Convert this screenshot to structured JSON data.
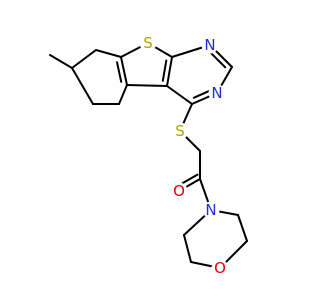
{
  "molecule": {
    "atoms": [
      {
        "id": "methyl",
        "element": "C"
      },
      {
        "id": "c7",
        "element": "C"
      },
      {
        "id": "c8",
        "element": "C"
      },
      {
        "id": "c8a",
        "element": "C"
      },
      {
        "id": "s_thio",
        "element": "S",
        "label": "S"
      },
      {
        "id": "c9a",
        "element": "C"
      },
      {
        "id": "n1",
        "element": "N",
        "label": "N"
      },
      {
        "id": "c2",
        "element": "C"
      },
      {
        "id": "n3",
        "element": "N",
        "label": "N"
      },
      {
        "id": "c4",
        "element": "C"
      },
      {
        "id": "c4a",
        "element": "C"
      },
      {
        "id": "c4b",
        "element": "C"
      },
      {
        "id": "c5",
        "element": "C"
      },
      {
        "id": "c6",
        "element": "C"
      },
      {
        "id": "s_link",
        "element": "S",
        "label": "S"
      },
      {
        "id": "ch2",
        "element": "C"
      },
      {
        "id": "co",
        "element": "C"
      },
      {
        "id": "o_keto",
        "element": "O",
        "label": "O"
      },
      {
        "id": "n_morph",
        "element": "N",
        "label": "N"
      },
      {
        "id": "m1",
        "element": "C"
      },
      {
        "id": "m2",
        "element": "C"
      },
      {
        "id": "o_morph",
        "element": "O",
        "label": "O"
      },
      {
        "id": "m3",
        "element": "C"
      },
      {
        "id": "m4",
        "element": "C"
      }
    ],
    "bonds": [
      {
        "from": "methyl",
        "to": "c7",
        "order": 1
      },
      {
        "from": "c7",
        "to": "c8",
        "order": 1
      },
      {
        "from": "c8",
        "to": "c8a",
        "order": 1
      },
      {
        "from": "c8a",
        "to": "c4b",
        "order": 2
      },
      {
        "from": "c4b",
        "to": "c5",
        "order": 1
      },
      {
        "from": "c5",
        "to": "c6",
        "order": 1
      },
      {
        "from": "c6",
        "to": "c7",
        "order": 1
      },
      {
        "from": "c8a",
        "to": "s_thio",
        "order": 1
      },
      {
        "from": "s_thio",
        "to": "c9a",
        "order": 1
      },
      {
        "from": "c9a",
        "to": "c4a",
        "order": 2
      },
      {
        "from": "c4a",
        "to": "c4b",
        "order": 1
      },
      {
        "from": "c9a",
        "to": "n1",
        "order": 1
      },
      {
        "from": "n1",
        "to": "c2",
        "order": 2
      },
      {
        "from": "c2",
        "to": "n3",
        "order": 1
      },
      {
        "from": "n3",
        "to": "c4",
        "order": 2
      },
      {
        "from": "c4",
        "to": "c4a",
        "order": 1
      },
      {
        "from": "c4",
        "to": "s_link",
        "order": 1
      },
      {
        "from": "s_link",
        "to": "ch2",
        "order": 1
      },
      {
        "from": "ch2",
        "to": "co",
        "order": 1
      },
      {
        "from": "co",
        "to": "o_keto",
        "order": 2
      },
      {
        "from": "co",
        "to": "n_morph",
        "order": 1
      },
      {
        "from": "n_morph",
        "to": "m1",
        "order": 1
      },
      {
        "from": "m1",
        "to": "m2",
        "order": 1
      },
      {
        "from": "m2",
        "to": "o_morph",
        "order": 1
      },
      {
        "from": "o_morph",
        "to": "m3",
        "order": 1
      },
      {
        "from": "m3",
        "to": "m4",
        "order": 1
      },
      {
        "from": "m4",
        "to": "n_morph",
        "order": 1
      }
    ]
  },
  "colors": {
    "bond": "#000000",
    "S": "#b8a200",
    "N": "#1f2fd6",
    "O": "#e3000b"
  }
}
